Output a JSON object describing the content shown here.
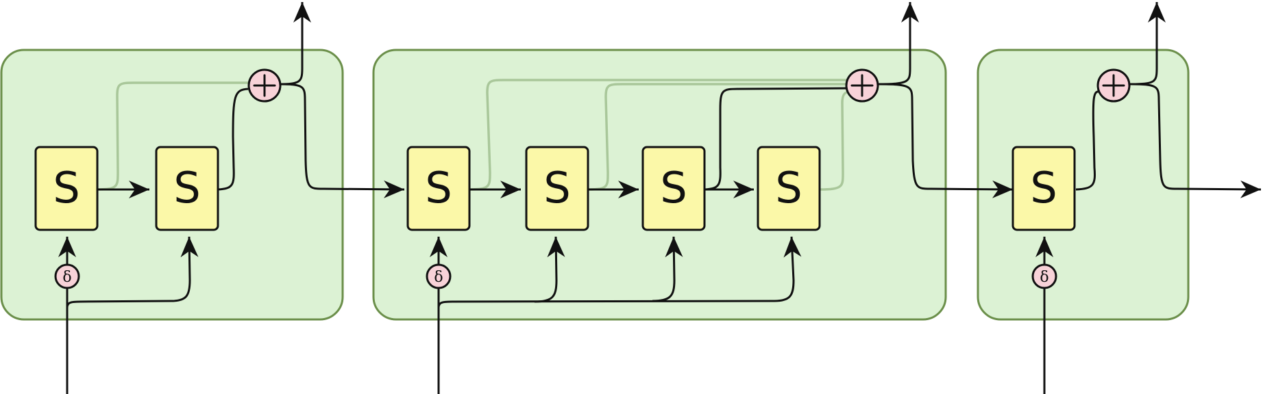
{
  "diagram": {
    "colors": {
      "group_fill": "#dcf2d4",
      "group_stroke": "#6b8f4a",
      "s_fill": "#fbf8a8",
      "node_fill": "#f8d2d8",
      "wire": "#111111",
      "faint_wire": "#a9c79a"
    },
    "groups": [
      {
        "cells": [
          {
            "label": "S"
          },
          {
            "label": "S"
          }
        ],
        "sum_label": "+",
        "gate_label": "δ"
      },
      {
        "cells": [
          {
            "label": "S"
          },
          {
            "label": "S"
          },
          {
            "label": "S"
          },
          {
            "label": "S"
          }
        ],
        "sum_label": "+",
        "gate_label": "δ"
      },
      {
        "cells": [
          {
            "label": "S"
          }
        ],
        "sum_label": "+",
        "gate_label": "δ"
      }
    ]
  }
}
